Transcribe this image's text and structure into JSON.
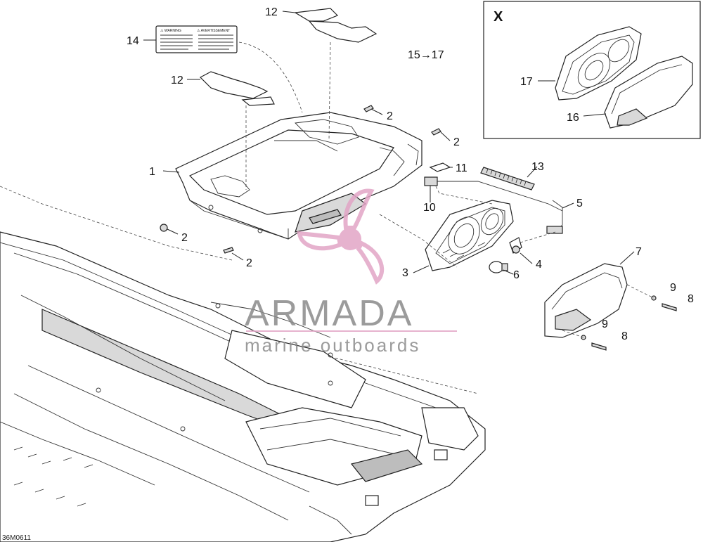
{
  "callouts": {
    "c1": "1",
    "c2a": "2",
    "c2b": "2",
    "c2c": "2",
    "c2d": "2",
    "c3": "3",
    "c4": "4",
    "c5": "5",
    "c6": "6",
    "c7": "7",
    "c8a": "8",
    "c8b": "8",
    "c9a": "9",
    "c9b": "9",
    "c10": "10",
    "c11": "11",
    "c12a": "12",
    "c12b": "12",
    "c13": "13",
    "c14": "14",
    "c15_17": "15→17",
    "c16": "16",
    "c17": "17"
  },
  "inset": {
    "label": "X"
  },
  "watermark": {
    "brand": "ARMADA",
    "tagline": "marine outboards",
    "logo_color": "#e2a5c6",
    "text_color": "#8a8a8a"
  },
  "figure_code": "36M0611",
  "decal_lines": {
    "l1": "⚠ WARNING",
    "l2": "⚠ AVERTISSEMENT"
  },
  "colors": {
    "line": "#222222",
    "background": "#ffffff"
  }
}
